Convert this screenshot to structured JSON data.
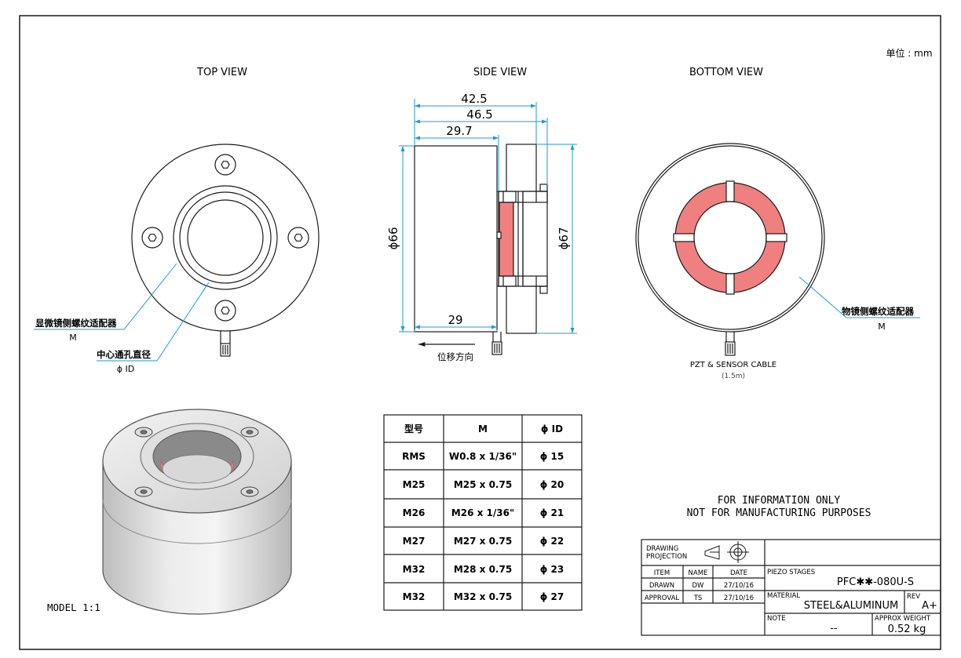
{
  "unit_note": "单位 : mm",
  "views": {
    "top": "TOP VIEW",
    "side": "SIDE VIEW",
    "bottom": "BOTTOM VIEW"
  },
  "top_view": {
    "callout_m_title": "显微镜侧螺纹适配器",
    "callout_m_sub": "M",
    "callout_id_title": "中心通孔直径",
    "callout_id_sub": "ϕ ID"
  },
  "side_view": {
    "dim_42_5": "42.5",
    "dim_46_5": "46.5",
    "dim_29_7": "29.7",
    "dim_29": "29",
    "dim_d66": "ϕ66",
    "dim_d67": "ϕ67",
    "direction": "位移方向"
  },
  "bottom_view": {
    "callout_title": "物镜侧螺纹适配器",
    "callout_sub": "M",
    "cable_label": "PZT & SENSOR CABLE",
    "cable_length": "(1.5m)"
  },
  "table": {
    "headers": [
      "型号",
      "M",
      "ϕ ID"
    ],
    "rows": [
      [
        "RMS",
        "W0.8 x 1/36\"",
        "ϕ 15"
      ],
      [
        "M25",
        "M25 x 0.75",
        "ϕ 20"
      ],
      [
        "M26",
        "M26 x 1/36\"",
        "ϕ 21"
      ],
      [
        "M27",
        "M27 x 0.75",
        "ϕ 22"
      ],
      [
        "M32",
        "M28 x 0.75",
        "ϕ 23"
      ],
      [
        "M32",
        "M32 x 0.75",
        "ϕ 27"
      ]
    ]
  },
  "model_scale": "MODEL 1:1",
  "notice_line1": "FOR INFORMATION ONLY",
  "notice_line2": "NOT FOR MANUFACTURING PURPOSES",
  "title_block": {
    "projection_label_1": "DRAWING",
    "projection_label_2": "PROJECTION",
    "col_item": "ITEM",
    "col_name": "NAME",
    "col_date": "DATE",
    "drawn_label": "DRAWN",
    "drawn_name": "DW",
    "drawn_date": "27/10/16",
    "approval_label": "APPROVAL",
    "approval_name": "TS",
    "approval_date": "27/10/16",
    "category_label": "PIEZO STAGES",
    "part_number": "PFC✱✱-080U-S",
    "material_label": "MATERIAL",
    "material_value": "STEEL&ALUMINUM",
    "rev_label": "REV",
    "rev_value": "A+",
    "note_label": "NOTE",
    "note_value": "--",
    "weight_label": "APPROX WEIGHT",
    "weight_value": "0.52 kg"
  },
  "colors": {
    "line": "#1a1a1a",
    "dimension": "#1c9ad6",
    "piezo": "#f08080",
    "piezo_light": "#f4a0a0"
  }
}
